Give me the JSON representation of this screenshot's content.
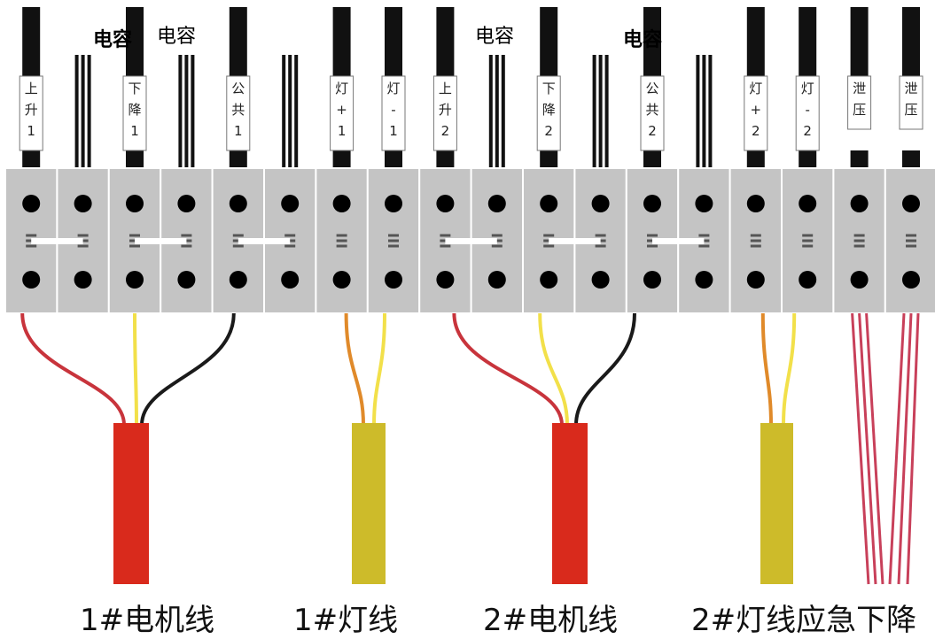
{
  "terminals": [
    {
      "tag": [
        "上",
        "升",
        "1"
      ]
    },
    {
      "tag": null
    },
    {
      "tag": [
        "下",
        "降",
        "1"
      ]
    },
    {
      "tag": null
    },
    {
      "tag": [
        "公",
        "共",
        "1"
      ]
    },
    {
      "tag": null
    },
    {
      "tag": [
        "灯",
        "+",
        "1"
      ]
    },
    {
      "tag": [
        "灯",
        "-",
        "1"
      ]
    },
    {
      "tag": [
        "上",
        "升",
        "2"
      ]
    },
    {
      "tag": null
    },
    {
      "tag": [
        "下",
        "降",
        "2"
      ]
    },
    {
      "tag": null
    },
    {
      "tag": [
        "公",
        "共",
        "2"
      ]
    },
    {
      "tag": null
    },
    {
      "tag": [
        "灯",
        "+",
        "2"
      ]
    },
    {
      "tag": [
        "灯",
        "-",
        "2"
      ]
    },
    {
      "tag": [
        "泄",
        "压"
      ]
    },
    {
      "tag": [
        "泄",
        "压"
      ]
    }
  ],
  "capacitor_labels": [
    "电容",
    "电容",
    "电容",
    "电容"
  ],
  "cable_labels": [
    "1#电机线",
    "1#灯线",
    "2#电机线",
    "2#灯线应急下降"
  ],
  "colors": {
    "terminal": "#c4c4c4",
    "terminal_border": "#ffffff",
    "red_wire": "#c8343c",
    "yellow_wire": "#f2e04a",
    "black_wire": "#1a1a1a",
    "orange_wire": "#e08a2a",
    "pink_wire": "#c8405a",
    "red_sheath": "#d92a1c",
    "yellow_sheath": "#cdbb2a"
  }
}
